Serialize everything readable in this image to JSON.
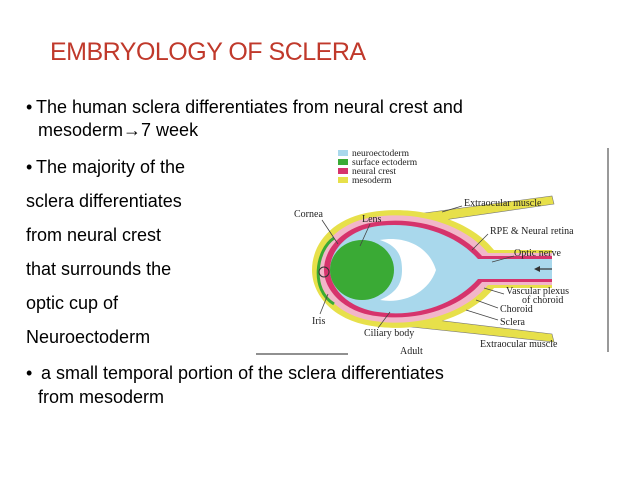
{
  "slide": {
    "title": "EMBRYOLOGY OF SCLERA",
    "bullets": {
      "b1_line1": "The human sclera differentiates from neural crest and",
      "b1_line2_pre": "mesoderm",
      "b1_arrow": "→",
      "b1_line2_post": "7 week",
      "b2_line1": "The majority of the",
      "b2_line2": " sclera differentiates",
      "b2_line3": "from neural crest",
      "b2_line4": "that surrounds the",
      "b2_line5": "optic cup of",
      "b2_line6": "Neuroectoderm",
      "b3_line1": " a small temporal portion of the sclera differentiates",
      "b3_line2": "from mesoderm"
    },
    "bullet_symbol": "•"
  },
  "diagram": {
    "legend": [
      {
        "label": "neuroectoderm",
        "color": "#a9d8ec"
      },
      {
        "label": "surface ectoderm",
        "color": "#3aaa35"
      },
      {
        "label": "neural crest",
        "color": "#d6336c"
      },
      {
        "label": "mesoderm",
        "color": "#e7e04a"
      }
    ],
    "labels": {
      "cornea": "Cornea",
      "lens": "Lens",
      "extraocular_muscle_top": "Extraocular muscle",
      "rpe": "RPE & Neural retina",
      "optic_nerve": "Optic nerve",
      "vascular_plexus_1": "Vascular plexus",
      "vascular_plexus_2": "of choroid",
      "choroid": "Choroid",
      "sclera": "Sclera",
      "iris": "Iris",
      "ciliary_body": "Ciliary body",
      "extraocular_muscle_bottom": "Extraocular muscle",
      "adult": "Adult"
    }
  }
}
